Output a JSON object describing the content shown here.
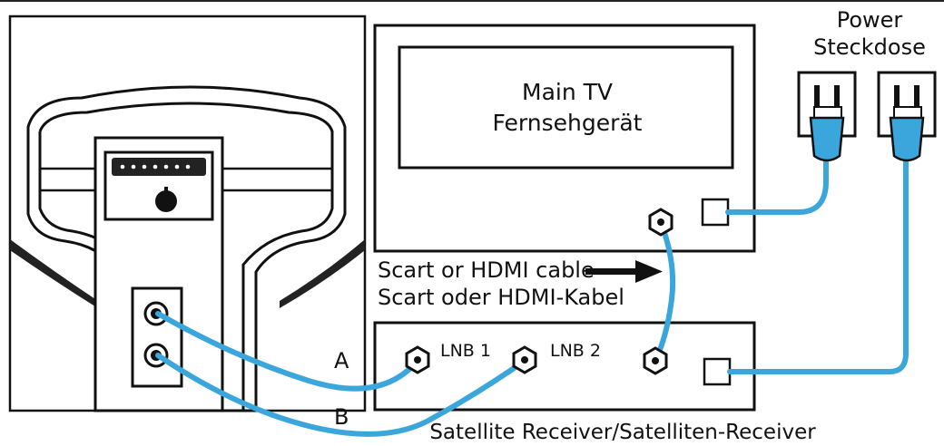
{
  "tv": {
    "title_line1": "Main TV",
    "title_line2": "Fernsehgerät"
  },
  "power": {
    "line1": "Power",
    "line2": "Steckdose"
  },
  "cable": {
    "line1": "Scart or HDMI cable",
    "line2": "Scart oder HDMI-Kabel"
  },
  "receiver": {
    "lnb1_label": "LNB 1",
    "lnb2_label": "LNB 2",
    "caption": "Satellite Receiver/Satelliten-Receiver"
  },
  "connections": {
    "a_label": "A",
    "b_label": "B"
  },
  "colors": {
    "cable": "#3aa6dc",
    "outline": "#111111",
    "background": "#ffffff"
  },
  "icons": {
    "dish_unit": "satellite-dish-back-icon",
    "connector": "f-connector-icon",
    "outlet": "power-outlet-icon",
    "arrow": "arrow-right-icon"
  }
}
